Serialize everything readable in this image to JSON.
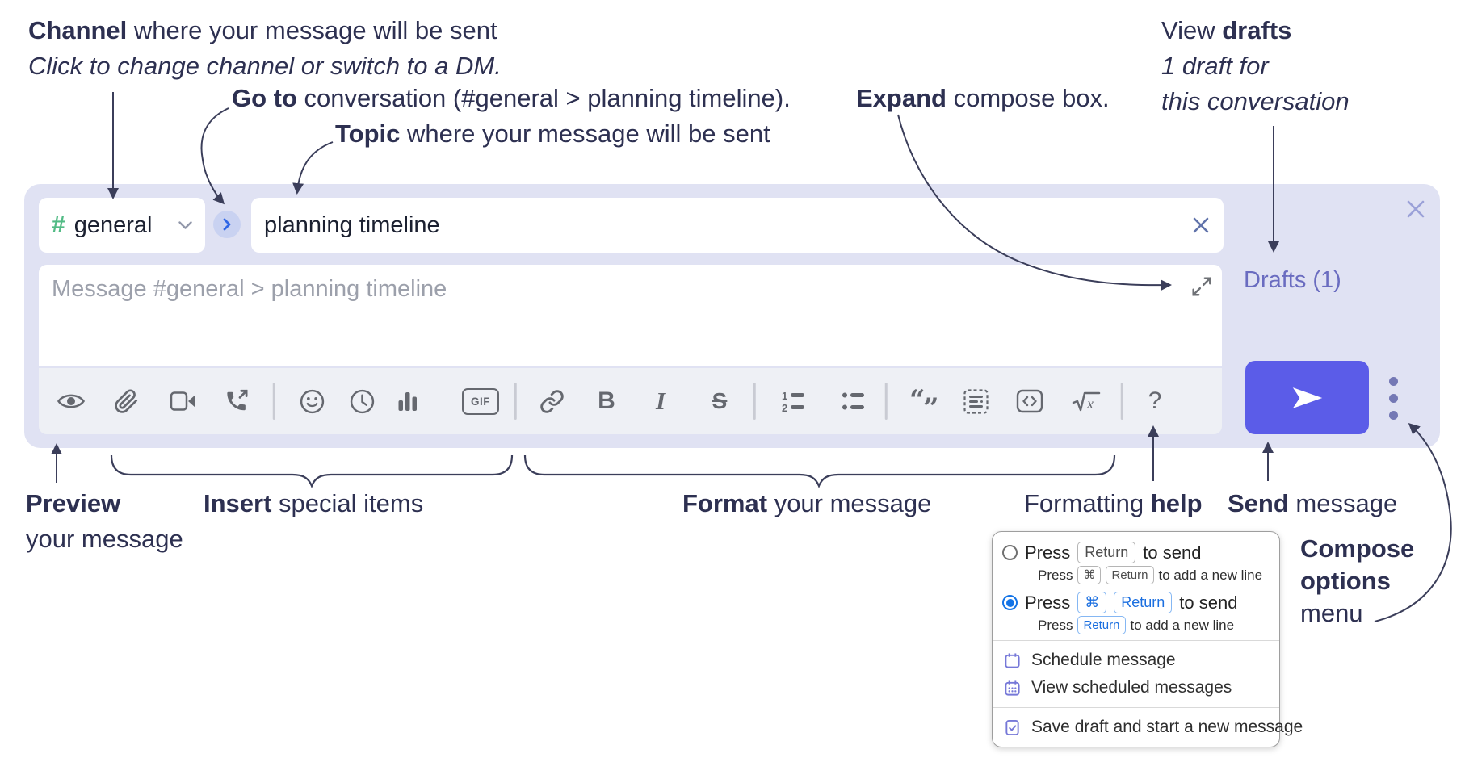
{
  "annotations": {
    "channel": {
      "bold": "Channel",
      "rest": " where your message will be sent",
      "hint": "Click to change channel or switch to a DM."
    },
    "goto": {
      "bold": "Go to",
      "rest": " conversation (#general > planning timeline)."
    },
    "topic": {
      "bold": "Topic",
      "rest": " where your message will be sent"
    },
    "view_drafts": {
      "pre": "View ",
      "bold": "drafts",
      "line2": "1 draft for",
      "line3": "this conversation"
    },
    "expand": {
      "bold": "Expand",
      "rest": " compose box."
    },
    "preview": {
      "bold": "Preview",
      "line2": "your message"
    },
    "insert": {
      "bold": "Insert",
      "rest": " special items"
    },
    "format": {
      "bold": "Format",
      "rest": " your message"
    },
    "help": {
      "pre": "Formatting ",
      "bold": "help"
    },
    "send": {
      "bold": "Send",
      "rest": " message"
    },
    "compose_options": {
      "line1": "Compose",
      "line2": "options",
      "line3": "menu"
    }
  },
  "compose": {
    "channel": {
      "hash": "#",
      "name": "general"
    },
    "topic_value": "planning timeline",
    "message_placeholder": "Message #general > planning timeline",
    "drafts_label": "Drafts (1)",
    "toolbar_glyphs": {
      "bold": "B",
      "italic": "I",
      "strike": "S",
      "gif": "GIF",
      "quote_open": "“",
      "quote_close": "”",
      "help": "?"
    },
    "toolbar_icons": [
      "preview-eye-icon",
      "attach-paperclip-icon",
      "video-call-icon",
      "audio-call-icon",
      "emoji-icon",
      "time-clock-icon",
      "poll-chart-icon",
      "gif-icon",
      "link-icon",
      "bold-icon",
      "italic-icon",
      "strikethrough-icon",
      "numbered-list-icon",
      "bulleted-list-icon",
      "quote-icon",
      "spoiler-icon",
      "code-icon",
      "math-icon",
      "help-icon"
    ]
  },
  "popup": {
    "option1": {
      "selected": false,
      "press": "Press",
      "key": "Return",
      "suffix": "to send",
      "sub_press": "Press",
      "sub_key1": "⌘",
      "sub_key2": "Return",
      "sub_suffix": "to add a new line"
    },
    "option2": {
      "selected": true,
      "press": "Press",
      "key1": "⌘",
      "key2": "Return",
      "suffix": "to send",
      "sub_press": "Press",
      "sub_key": "Return",
      "sub_suffix": "to add a new line"
    },
    "items": [
      {
        "label": "Schedule message",
        "icon": "calendar-icon"
      },
      {
        "label": "View scheduled messages",
        "icon": "calendar-grid-icon"
      },
      {
        "label": "Save draft and start a new message",
        "icon": "save-draft-icon"
      }
    ]
  },
  "colors": {
    "container_bg": "#e0e2f3",
    "toolbar_bg": "#eef0f5",
    "accent_send": "#5b5ce8",
    "hash_green": "#52bb85",
    "drafts_link": "#6a6cc0",
    "goto_chevron": "#2f66e6",
    "goto_circle_bg": "#c9d2f1",
    "radio_selected": "#1273e6",
    "kbd_blue": "#1b6fe0",
    "menu_icon_purple": "#7678d8",
    "icon_gray": "#65686f",
    "annotation_text": "#2d3051"
  }
}
